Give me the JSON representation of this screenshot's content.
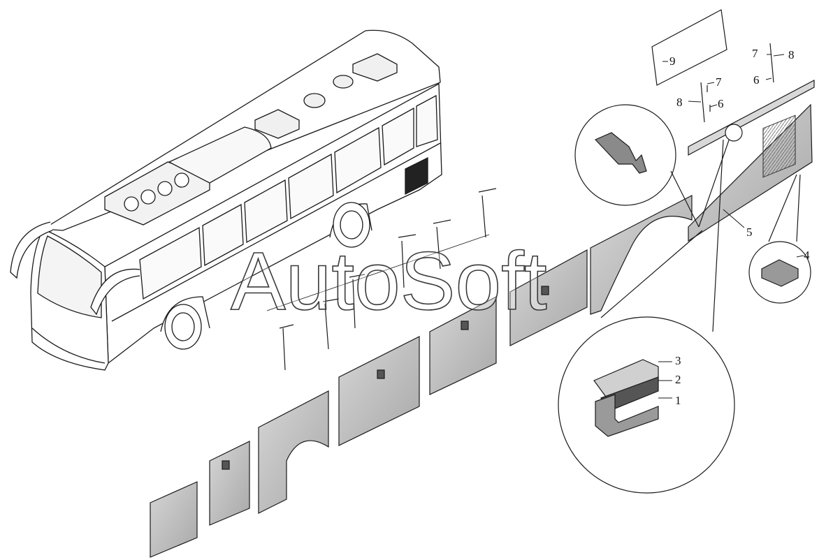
{
  "watermark": "AutoSoft",
  "callouts": [
    {
      "id": "1",
      "text": "1"
    },
    {
      "id": "2",
      "text": "2"
    },
    {
      "id": "3",
      "text": "3"
    },
    {
      "id": "4",
      "text": "4"
    },
    {
      "id": "5",
      "text": "5"
    },
    {
      "id": "6a",
      "text": "6"
    },
    {
      "id": "6b",
      "text": "6"
    },
    {
      "id": "7a",
      "text": "7"
    },
    {
      "id": "7b",
      "text": "7"
    },
    {
      "id": "8a",
      "text": "8"
    },
    {
      "id": "8b",
      "text": "8"
    },
    {
      "id": "9",
      "text": "9"
    }
  ],
  "colors": {
    "line": "#1a1a1a",
    "panel_fill": "#c9c9c9",
    "panel_shade": "#a9a9a9",
    "bus_fill": "#ffffff"
  }
}
